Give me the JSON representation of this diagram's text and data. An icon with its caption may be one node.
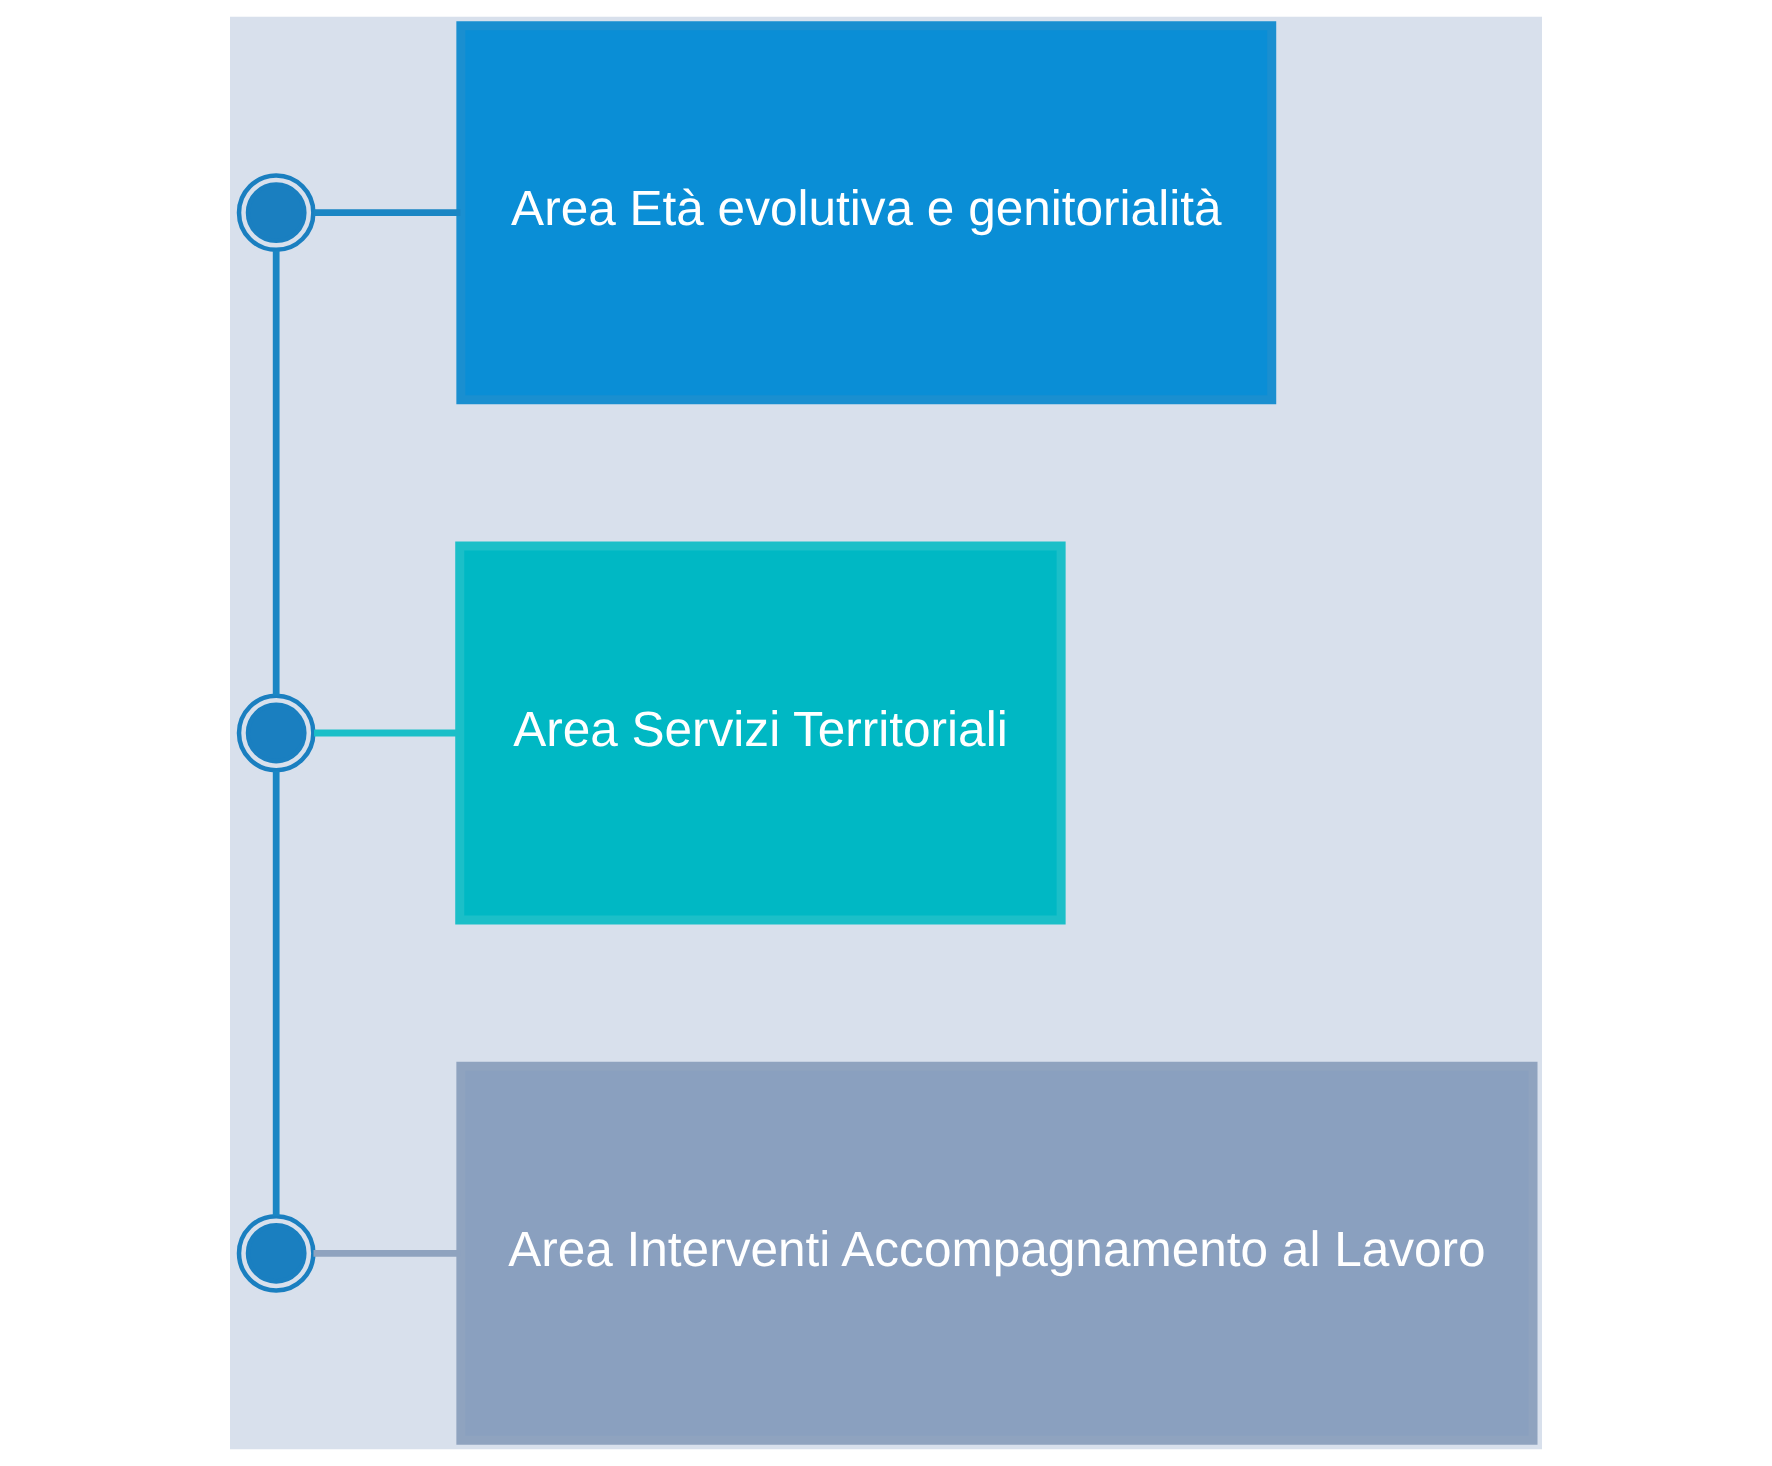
{
  "diagram": {
    "nodes": [
      {
        "text": [
          "Area Età evolutiva e genitorialità"
        ]
      },
      {
        "text": [
          "Area Servizi Territoriali"
        ]
      },
      {
        "text": [
          "Area Interventi Accompagnamento al Lavoro"
        ]
      },
      {
        "text": [],
        "shape": "circle"
      },
      {
        "text": [],
        "shape": "circle"
      },
      {
        "text": [],
        "shape": "circle"
      }
    ],
    "edges": [
      {
        "from": 3,
        "to": 0,
        "arrow": "none"
      },
      {
        "from": 4,
        "to": 1,
        "arrow": "none",
        "color": "#1bbfc8"
      },
      {
        "from": 5,
        "to": 2,
        "arrow": "none",
        "color": "#8fa3bf"
      },
      {
        "from": 3,
        "to": 4,
        "arrow": "none"
      },
      {
        "from": 4,
        "to": 5,
        "arrow": "none"
      }
    ]
  }
}
